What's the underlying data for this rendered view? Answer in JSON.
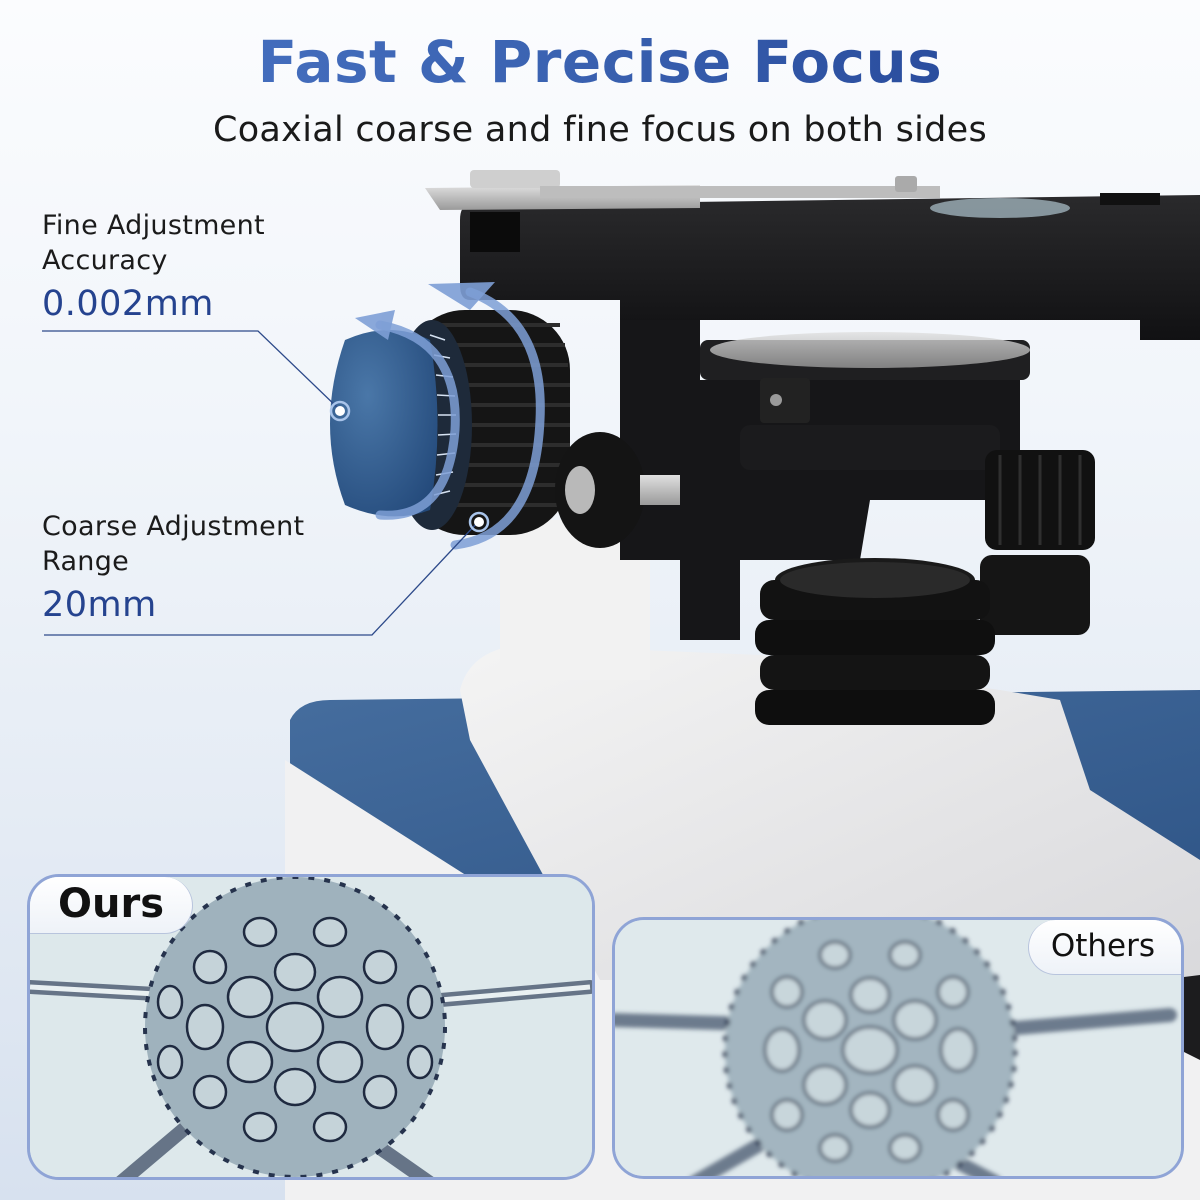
{
  "header": {
    "title": "Fast & Precise Focus",
    "subtitle": "Coaxial coarse and fine focus on both sides"
  },
  "specs": [
    {
      "label_line1": "Fine Adjustment",
      "label_line2": "Accuracy",
      "value": "0.002mm",
      "points_to": "fine-focus-knob"
    },
    {
      "label_line1": "Coarse Adjustment",
      "label_line2": "Range",
      "value": "20mm",
      "points_to": "coarse-focus-knob"
    }
  ],
  "comparison": {
    "left_label": "Ours",
    "right_label": "Others"
  },
  "illustration": {
    "subject": "microscope",
    "icons": [
      "rotation-arrow-icon",
      "rotation-arrow-icon"
    ]
  },
  "colors": {
    "title_gradient_start": "#4b76c6",
    "title_gradient_end": "#1f3f91",
    "value_color": "#25438f",
    "knob_blue": "#2f5b8e",
    "base_blue": "#3d6699",
    "panel_border": "#8fa4d6",
    "background_bottom": "#d7e1ef"
  }
}
